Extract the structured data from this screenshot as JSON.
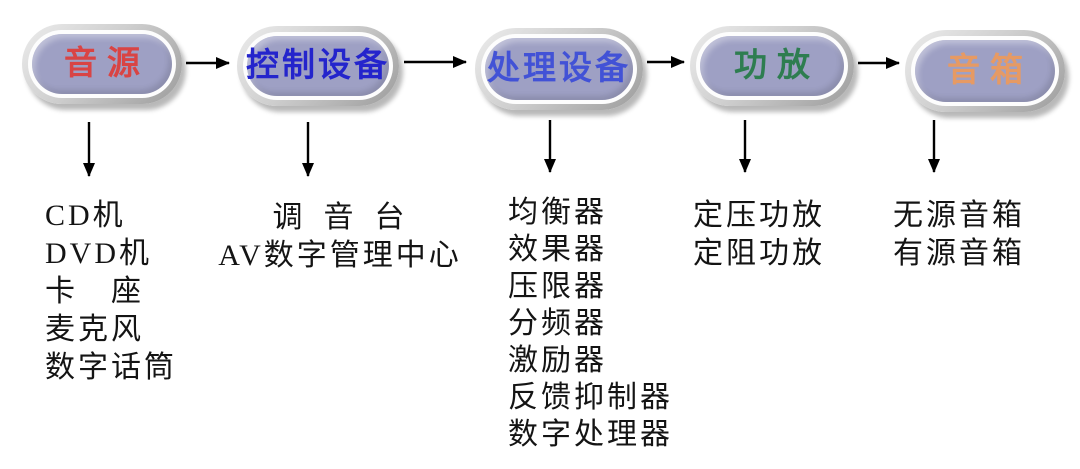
{
  "flow": {
    "pill_fill_color": "#9ea0c4",
    "nodes": [
      {
        "id": "audio-source",
        "label": "音源",
        "label_color": "#d94444",
        "items": [
          "CD机",
          "DVD机",
          "卡　座",
          "麦克风",
          "数字话筒"
        ]
      },
      {
        "id": "control-equipment",
        "label": "控制设备",
        "label_color": "#2424cc",
        "items": [
          "调 音 台",
          "AV数字管理中心"
        ]
      },
      {
        "id": "processing-equipment",
        "label": "处理设备",
        "label_color": "#4252d6",
        "items": [
          "均衡器",
          "效果器",
          "压限器",
          "分频器",
          "激励器",
          "反馈抑制器",
          "数字处理器"
        ]
      },
      {
        "id": "power-amplifier",
        "label": "功放",
        "label_color": "#2e7d50",
        "items": [
          "定压功放",
          "定阻功放"
        ]
      },
      {
        "id": "speakers",
        "label": "音箱",
        "label_color": "#e69a64",
        "items": [
          "无源音箱",
          "有源音箱"
        ]
      }
    ],
    "edges": [
      {
        "from": "音源",
        "to": "控制设备"
      },
      {
        "from": "控制设备",
        "to": "处理设备"
      },
      {
        "from": "处理设备",
        "to": "功放"
      },
      {
        "from": "功放",
        "to": "音箱"
      }
    ]
  }
}
